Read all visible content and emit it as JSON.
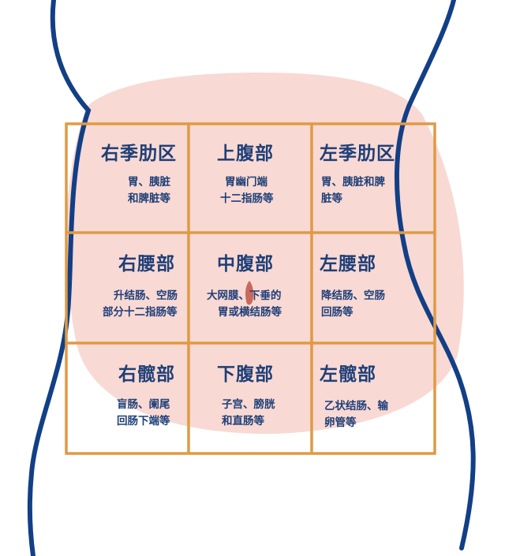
{
  "colors": {
    "body_outline": "#123f86",
    "belly_fill": "#f9d9d3",
    "grid_line": "#df9a45",
    "text": "#1e3f78",
    "navel": "#c76a5c"
  },
  "regions": [
    {
      "title": "右季肋区",
      "lines": [
        "胃、胰脏",
        "和脾脏等"
      ]
    },
    {
      "title": "上腹部",
      "lines": [
        "胃幽门端",
        "十二指肠等"
      ]
    },
    {
      "title": "左季肋区",
      "lines": [
        "胃、胰脏和脾",
        "脏等"
      ]
    },
    {
      "title": "右腰部",
      "lines": [
        "升结肠、空肠",
        "部分十二指肠等"
      ]
    },
    {
      "title": "中腹部",
      "lines": [
        "大网膜、下垂的",
        "胃或横结肠等"
      ]
    },
    {
      "title": "左腰部",
      "lines": [
        "降结肠、空肠",
        "回肠等"
      ]
    },
    {
      "title": "右髋部",
      "lines": [
        "盲肠、阑尾",
        "回肠下端等"
      ]
    },
    {
      "title": "下腹部",
      "lines": [
        "子宫、膀胱",
        "和直肠等"
      ]
    },
    {
      "title": "左髋部",
      "lines": [
        "乙状结肠、输",
        "卵管等"
      ]
    }
  ]
}
